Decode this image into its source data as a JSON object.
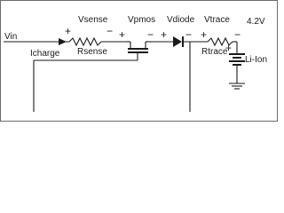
{
  "circuit": {
    "input_label": "Vin",
    "current_label": "Icharge",
    "rsense": {
      "voltage_label": "Vsense",
      "name": "Rsense",
      "plus": "+",
      "minus": "−"
    },
    "pmos": {
      "voltage_label": "Vpmos",
      "plus": "+",
      "minus": "−"
    },
    "diode": {
      "voltage_label": "Vdiode",
      "plus": "+",
      "minus": "−"
    },
    "rtrace": {
      "voltage_label": "Vtrace",
      "name": "Rtrace",
      "plus": "+",
      "minus": "−"
    },
    "battery": {
      "voltage": "4.2V",
      "name": "Li-Ion",
      "plus": "+"
    }
  },
  "colors": {
    "line": "#1a1a1a",
    "background": "#ffffff",
    "frame": "#6b6b6b"
  }
}
